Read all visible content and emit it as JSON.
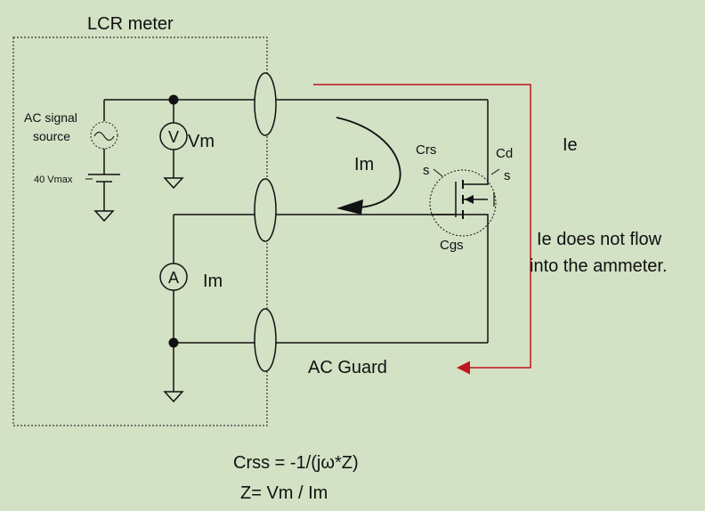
{
  "diagram": {
    "lcr_meter_label": "LCR meter",
    "ac_signal_label_line1": "AC signal",
    "ac_signal_label_line2": "source",
    "voltage_limit_label": "40 Vmax",
    "voltmeter_symbol": "V",
    "voltmeter_label": "Vm",
    "ammeter_symbol": "A",
    "ammeter_label": "Im",
    "loop_current_label": "Im",
    "crss_label_line1": "Crs",
    "crss_label_line2": "s",
    "cds_label_line1": "Cd",
    "cds_label_line2": "s",
    "cgs_label": "Cgs",
    "ie_label": "Ie",
    "ie_note_line1": "Ie does not flow",
    "ie_note_line2": "into the ammeter.",
    "ac_guard_label": "AC Guard",
    "formula_crss": "Crss = -1/(jω*Z)",
    "formula_z": "Z= Vm / Im"
  },
  "colors": {
    "background": "#d3e1c4",
    "wire": "#111111",
    "guard_path": "#c0141e",
    "arrow": "#111111"
  }
}
